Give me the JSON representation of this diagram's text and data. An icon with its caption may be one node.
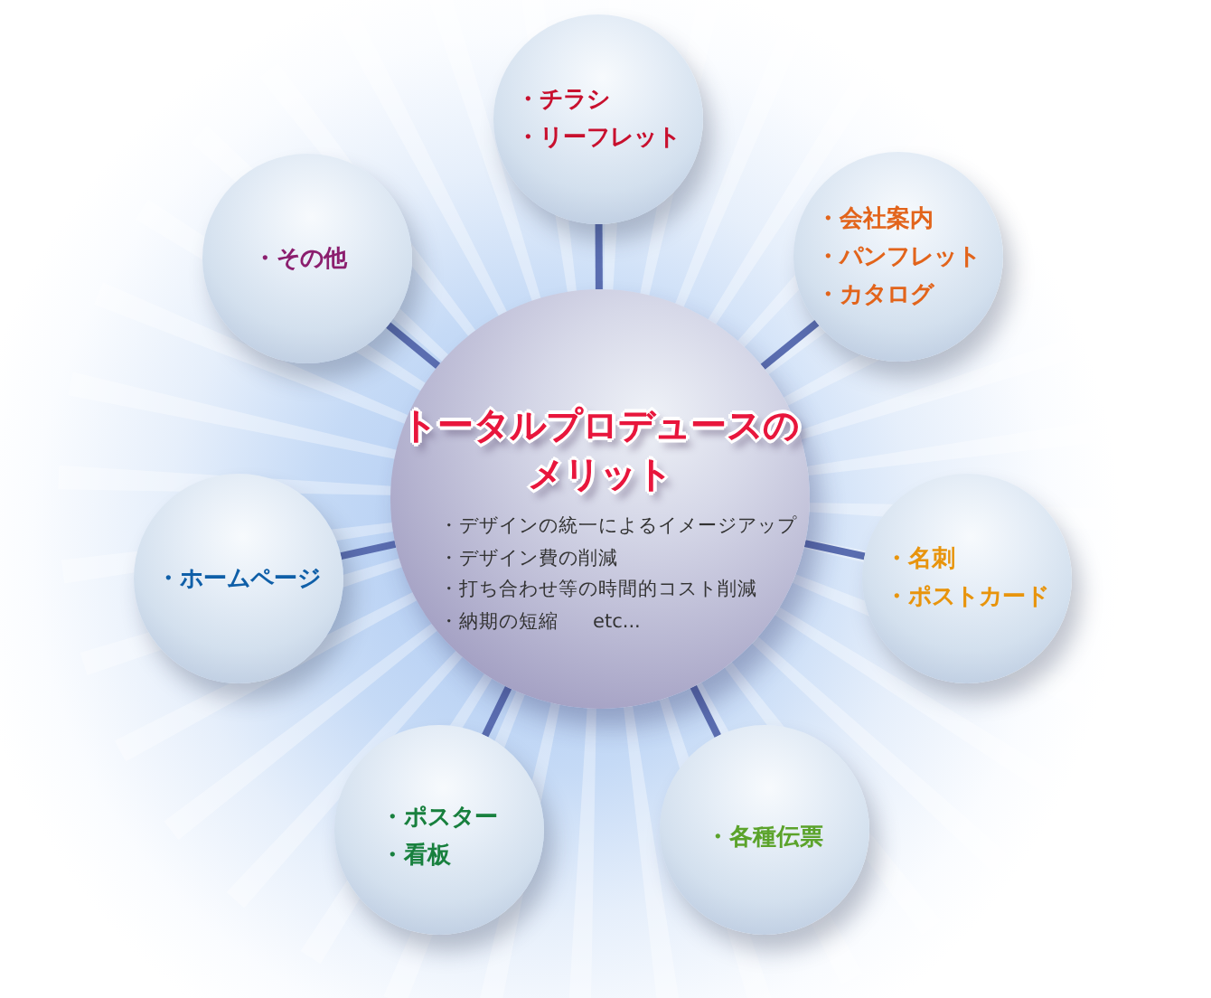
{
  "diagram": {
    "nodes": [
      {
        "text": [
          "トータルプロデュースのメリット",
          "・デザインの統一によるイメージアップ",
          "・デザイン費の削減",
          "・打ち合わせ等の時間的コスト削減",
          "・納期の短縮",
          "etc..."
        ]
      },
      {
        "text": [
          "・チラシ",
          "・リーフレット"
        ]
      },
      {
        "text": [
          "・会社案内",
          "・パンフレット",
          "・カタログ"
        ]
      },
      {
        "text": [
          "・名刺",
          "・ポストカード"
        ]
      },
      {
        "text": [
          "・各種伝票"
        ]
      },
      {
        "text": [
          "・ポスター",
          "・看板"
        ]
      },
      {
        "text": [
          "・ホームページ"
        ]
      },
      {
        "text": [
          "・その他"
        ]
      }
    ],
    "edges": [
      {
        "from": 0,
        "to": 1,
        "arrow": "none"
      },
      {
        "from": 0,
        "to": 2,
        "arrow": "none"
      },
      {
        "from": 0,
        "to": 3,
        "arrow": "none"
      },
      {
        "from": 0,
        "to": 4,
        "arrow": "none"
      },
      {
        "from": 0,
        "to": 5,
        "arrow": "none"
      },
      {
        "from": 0,
        "to": 6,
        "arrow": "none"
      },
      {
        "from": 0,
        "to": 7,
        "arrow": "none"
      }
    ]
  }
}
